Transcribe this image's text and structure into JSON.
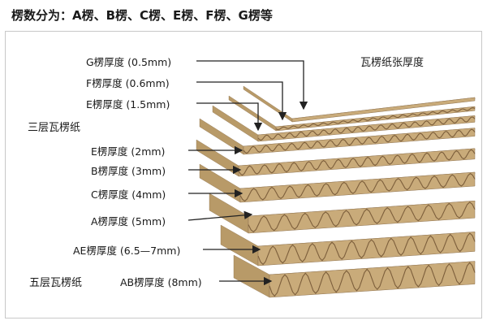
{
  "header": {
    "title": "楞数分为：A楞、B楞、C楞、E楞、F楞、G楞等"
  },
  "diagram": {
    "right_title": "瓦楞纸张厚度",
    "three_layer_label": "三层瓦楞纸",
    "five_layer_label": "五层瓦楞纸",
    "labels": [
      {
        "id": "g",
        "text": "G楞厚度 (0.5mm)"
      },
      {
        "id": "f",
        "text": "F楞厚度 (0.6mm)"
      },
      {
        "id": "e1",
        "text": "E楞厚度 (1.5mm)"
      },
      {
        "id": "e2",
        "text": "E楞厚度 (2mm)"
      },
      {
        "id": "b",
        "text": "B楞厚度 (3mm)"
      },
      {
        "id": "c",
        "text": "C楞厚度 (4mm)"
      },
      {
        "id": "a",
        "text": "A楞厚度 (5mm)"
      },
      {
        "id": "ae",
        "text": "AE楞厚度 (6.5—7mm)"
      },
      {
        "id": "ab",
        "text": "AB楞厚度 (8mm)"
      }
    ],
    "colors": {
      "liner": "#d3b98c",
      "liner_dark": "#b89a68",
      "flute": "#c9ab7a",
      "sheet_edge": "#8f7350",
      "arrow": "#222222"
    }
  }
}
